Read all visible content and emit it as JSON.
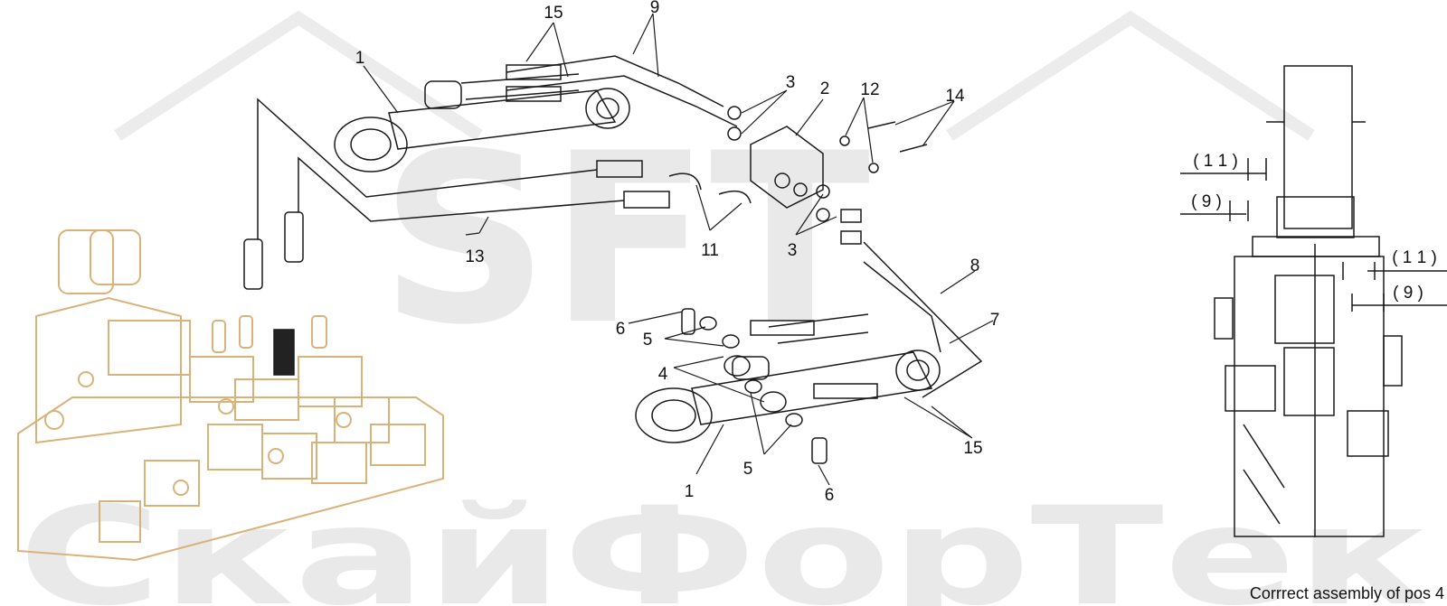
{
  "watermark": {
    "logo_text": "SFT",
    "wordmark": "СкайФорТек"
  },
  "callouts": {
    "c1_top": "1",
    "c1_bottom": "1",
    "c2": "2",
    "c3_top": "3",
    "c3_mid": "3",
    "c4": "4",
    "c5_left": "5",
    "c5_bottom": "5",
    "c6_left": "6",
    "c6_bottom": "6",
    "c7": "7",
    "c8": "8",
    "c9": "9",
    "c11": "11",
    "c12": "12",
    "c13": "13",
    "c14": "14",
    "c15_top": "15",
    "c15_bottom": "15"
  },
  "detail_view": {
    "dim_11_upper": "( 1 1 )",
    "dim_9_upper": "( 9 )",
    "dim_11_lower": "( 1 1 )",
    "dim_9_lower": "( 9 )",
    "caption": "Corrrect assembly of pos 4"
  },
  "colors": {
    "line": "#1a1a1a",
    "valve_block": "#d9b27a",
    "watermark": "#e9e9e9"
  }
}
